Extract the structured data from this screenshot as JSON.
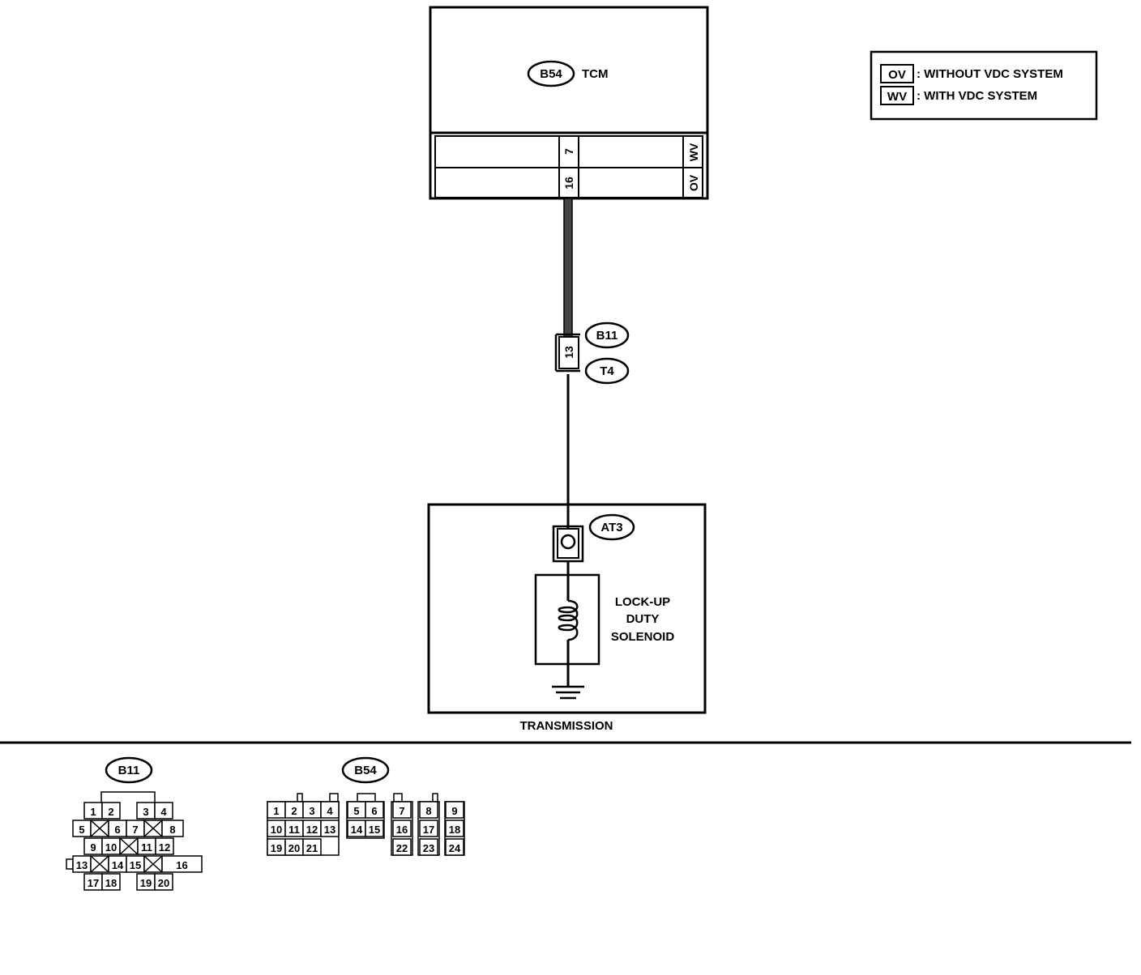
{
  "tcm": {
    "connector": "B54",
    "name": "TCM",
    "pin_wv": "7",
    "pin_ov": "16",
    "tag_wv": "WV",
    "tag_ov": "OV"
  },
  "legend": {
    "ov_code": "OV",
    "ov_text": ": WITHOUT VDC SYSTEM",
    "wv_code": "WV",
    "wv_text": ": WITH VDC SYSTEM"
  },
  "joint": {
    "connector_top": "B11",
    "connector_bottom": "T4",
    "pin": "13"
  },
  "transmission": {
    "label": "TRANSMISSION",
    "connector": "AT3",
    "solenoid_line1": "LOCK-UP",
    "solenoid_line2": "DUTY",
    "solenoid_line3": "SOLENOID"
  },
  "connector_b11": {
    "label": "B11",
    "pins": [
      "1",
      "2",
      "3",
      "4",
      "5",
      "6",
      "7",
      "8",
      "9",
      "10",
      "11",
      "12",
      "13",
      "14",
      "15",
      "16",
      "17",
      "18",
      "19",
      "20"
    ]
  },
  "connector_b54": {
    "label": "B54",
    "pins": [
      "1",
      "2",
      "3",
      "4",
      "5",
      "6",
      "7",
      "8",
      "9",
      "10",
      "11",
      "12",
      "13",
      "14",
      "15",
      "16",
      "17",
      "18",
      "19",
      "20",
      "21",
      "22",
      "23",
      "24"
    ]
  }
}
